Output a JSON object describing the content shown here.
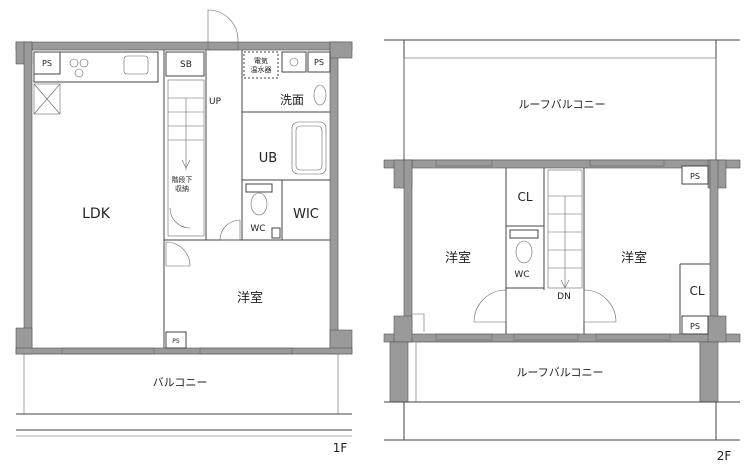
{
  "floor1": {
    "label": "1F",
    "rooms": {
      "ldk": "LDK",
      "western": "洋室",
      "washroom": "洗面",
      "ub": "UB",
      "wic": "WIC",
      "wc": "WC",
      "balcony": "バルコニー",
      "up": "UP",
      "sb": "SB",
      "under_stairs": [
        "階段下",
        "収納"
      ],
      "water_heater": [
        "電気",
        "温水器"
      ],
      "ps_kitchen": "PS",
      "ps_bath": "PS",
      "ps_small": "PS"
    }
  },
  "floor2": {
    "label": "2F",
    "rooms": {
      "roof_balcony_top": "ルーフバルコニー",
      "roof_balcony_bottom": "ルーフバルコニー",
      "western_left": "洋室",
      "western_right": "洋室",
      "cl_left": "CL",
      "cl_right": "CL",
      "wc": "WC",
      "dn": "DN",
      "ps_top": "PS",
      "ps_bottom": "PS"
    }
  },
  "colors": {
    "wall": "#9a9a9a",
    "line": "#444444",
    "background": "#ffffff"
  }
}
